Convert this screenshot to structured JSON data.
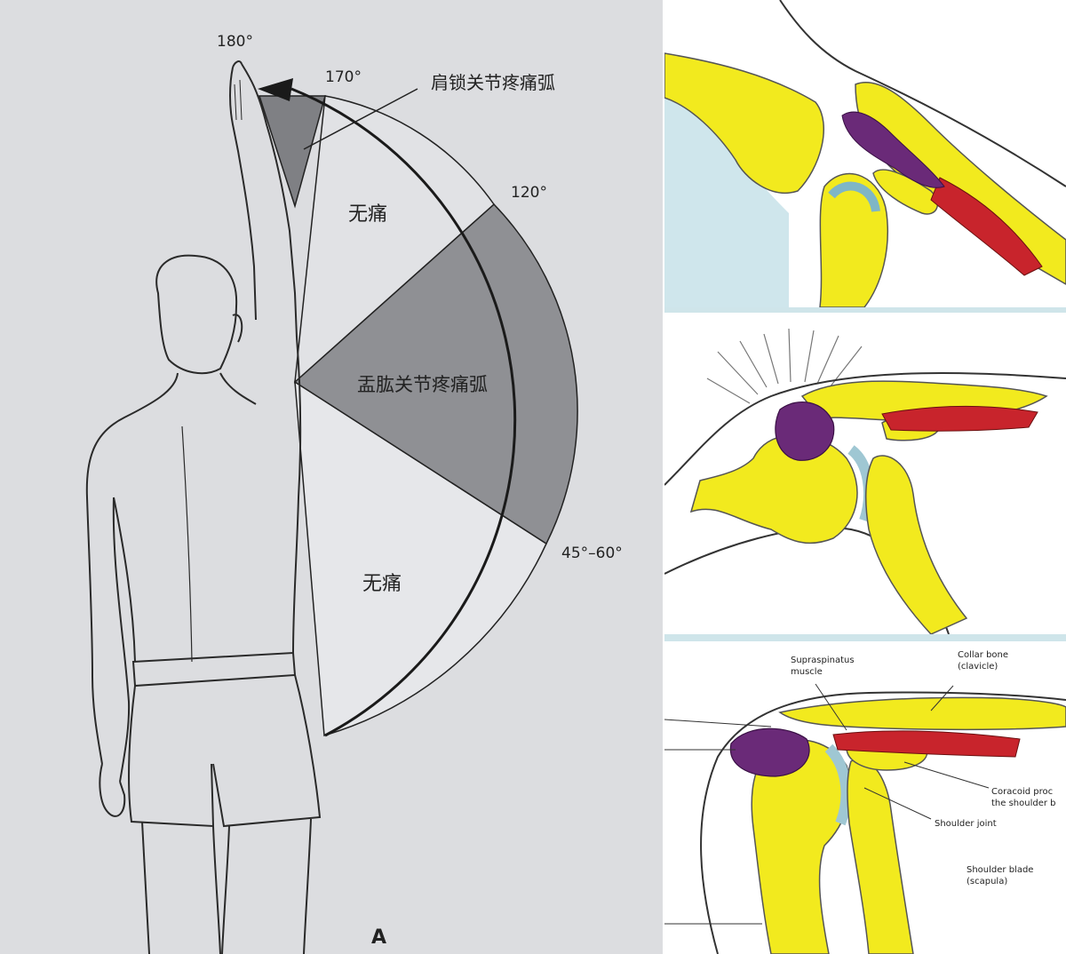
{
  "painful_arc": {
    "angle_labels": {
      "deg_180": "180°",
      "deg_170": "170°",
      "deg_120": "120°",
      "deg_45_60": "45°–60°"
    },
    "region_labels": {
      "ac_joint_arc": "肩锁关节疼痛弧",
      "no_pain_upper": "无痛",
      "gh_joint_arc": "盂肱关节疼痛弧",
      "no_pain_lower": "无痛"
    },
    "figure_letter": "A"
  },
  "anatomy": {
    "labels": {
      "supraspinatus": [
        "Supraspinatus",
        "muscle"
      ],
      "collar_bone": [
        "Collar bone",
        "(clavicle)"
      ],
      "coracoid": [
        "Coracoid proc",
        "the shoulder b"
      ],
      "shoulder_joint": "Shoulder joint",
      "shoulder_blade": [
        "Shoulder blade",
        "(scapula)"
      ]
    }
  },
  "colors": {
    "background_gray": "#dcdde0",
    "dark_wedge": "#7f8084",
    "mid_wedge": "#8f9094",
    "light_wedge": "#d6d7da",
    "bone_yellow": "#f2ea1e",
    "muscle_red": "#c8242c",
    "bursa_purple": "#6a2a78",
    "cartilage_blue": "#9fc7d3"
  }
}
